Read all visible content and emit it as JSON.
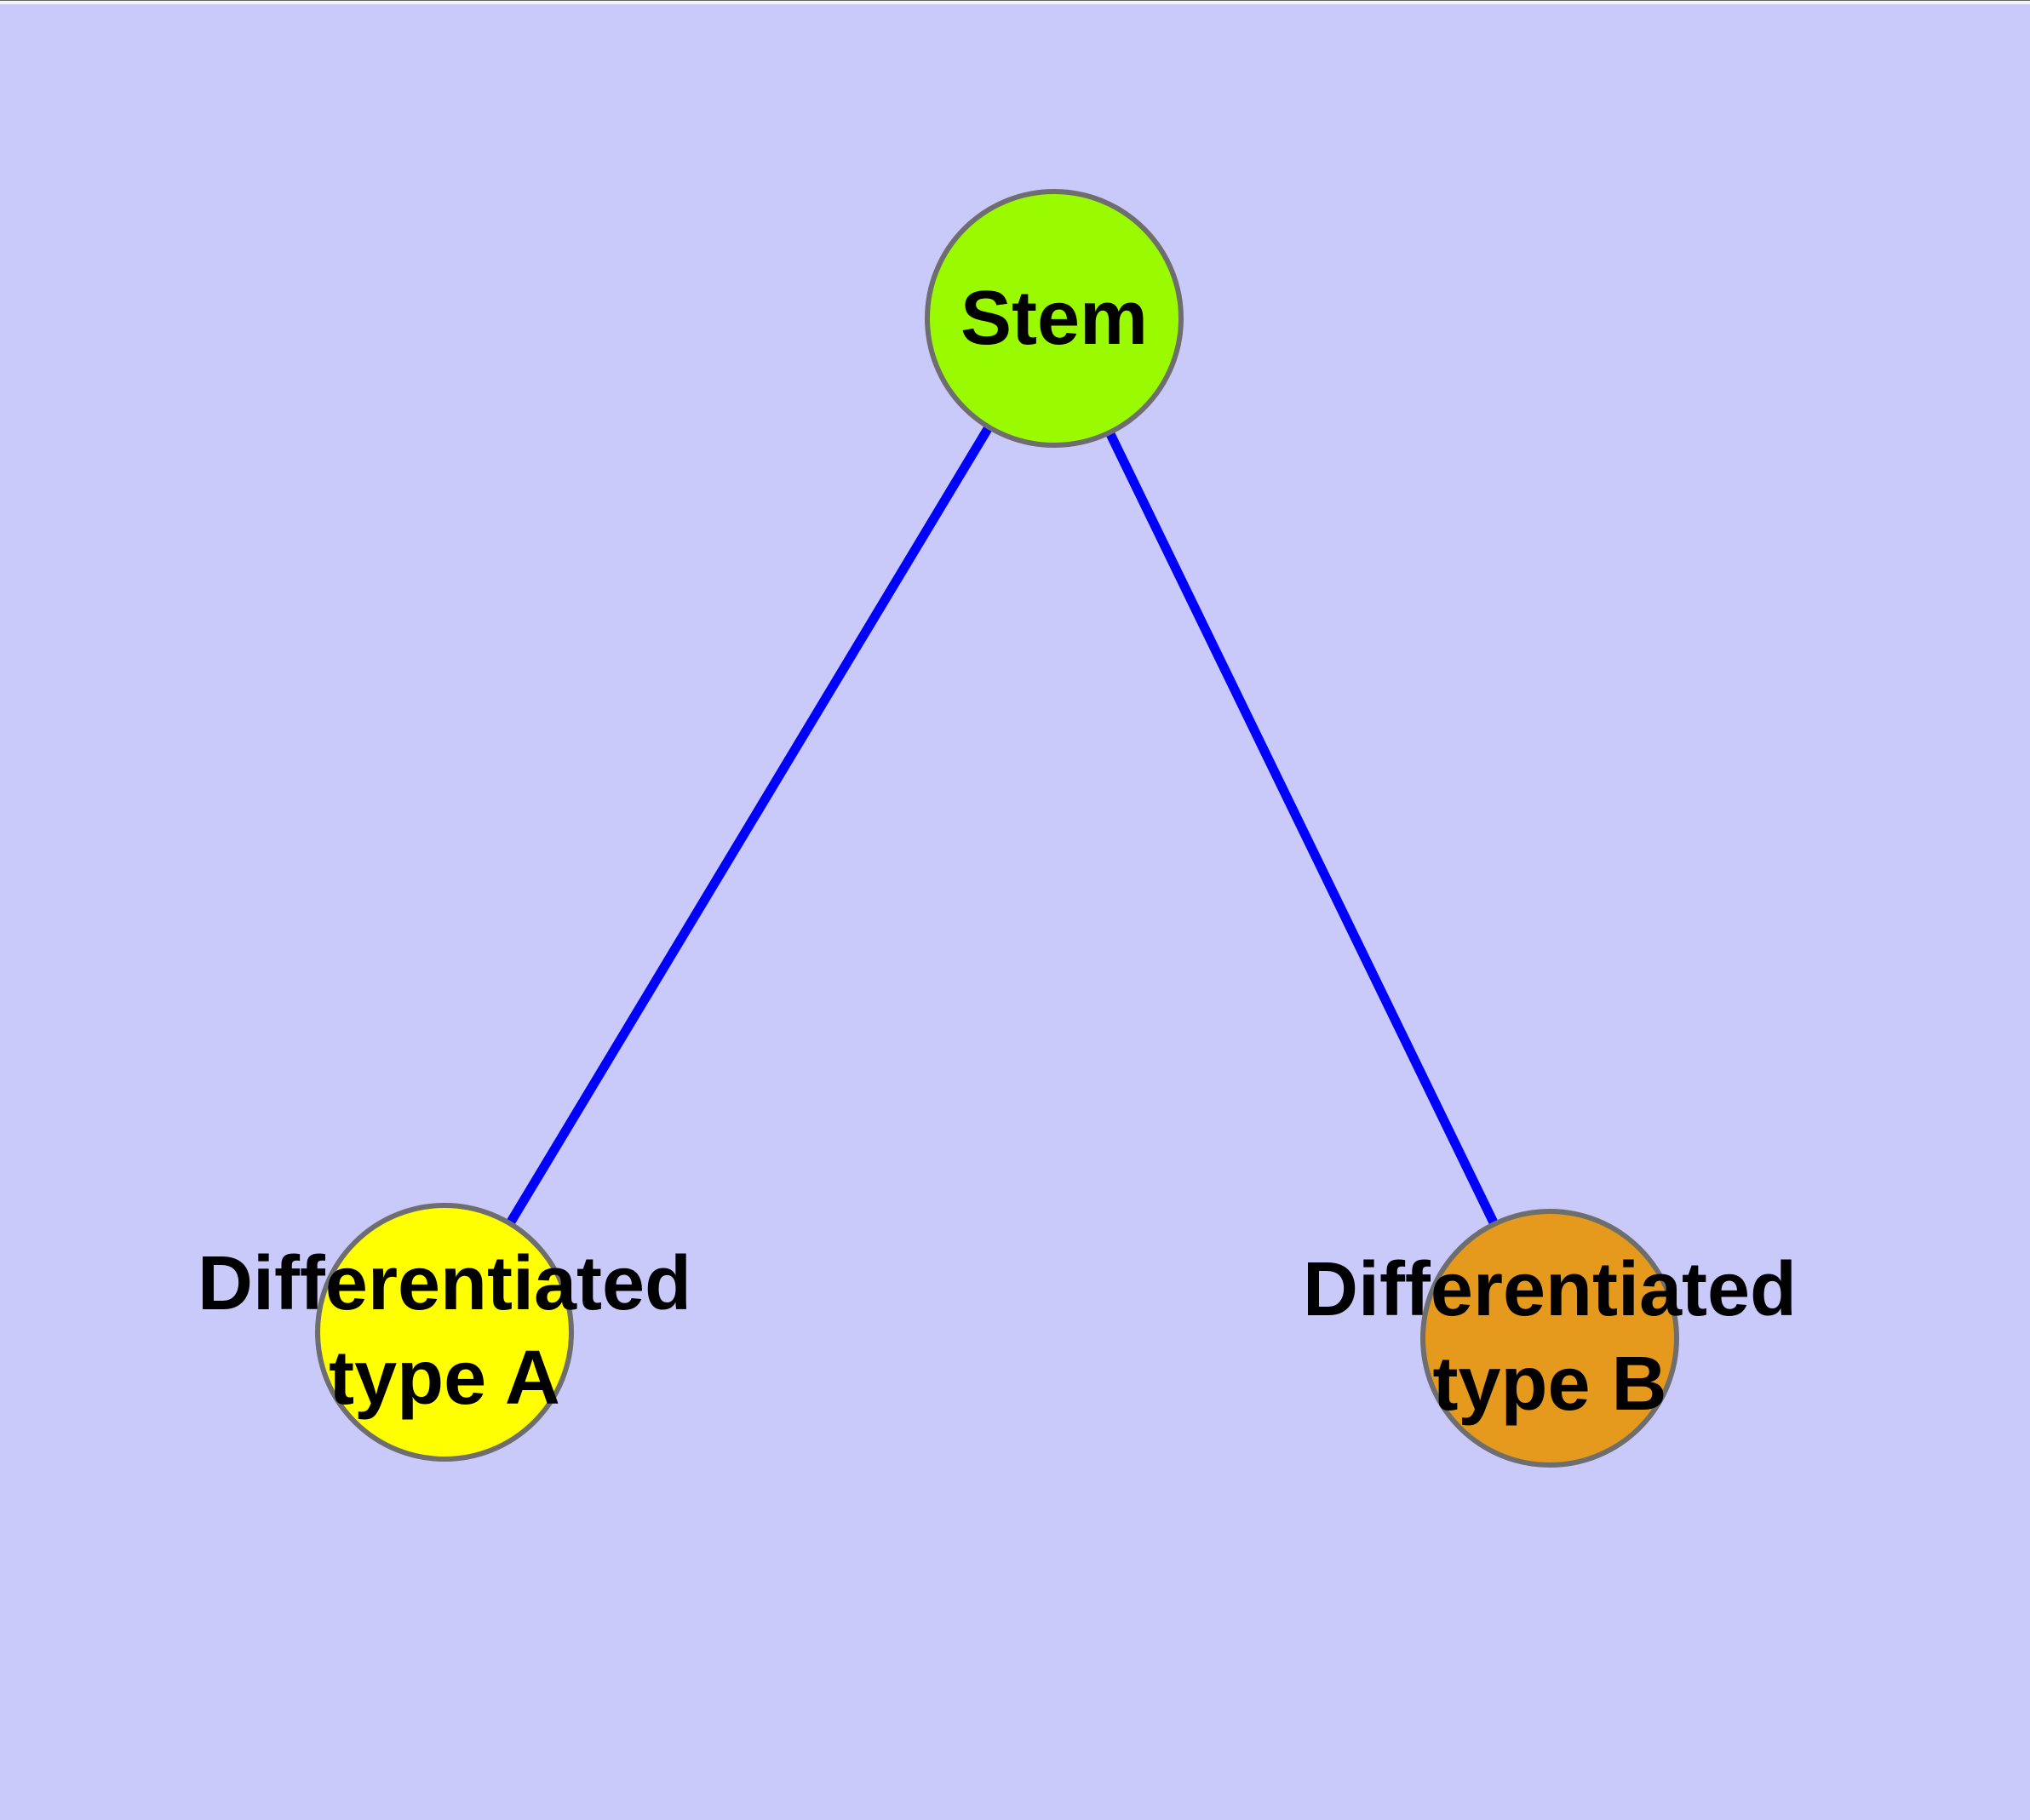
{
  "diagram": {
    "background_color": "#CACAFA",
    "edge_color": "#0000FF",
    "edge_width": "11",
    "node_border_color": "#6E6E6E",
    "nodes": {
      "stem": {
        "label": "Stem",
        "fill": "#9AFB00"
      },
      "type_a": {
        "line1": "Differentiated",
        "line2": "type A",
        "fill": "#FFFF00"
      },
      "type_b": {
        "line1": "Differentiated",
        "line2": "type B",
        "fill": "#E59A1E"
      }
    },
    "edges": [
      {
        "from": "Stem",
        "to": "Differentiated type A"
      },
      {
        "from": "Stem",
        "to": "Differentiated type B"
      }
    ]
  }
}
